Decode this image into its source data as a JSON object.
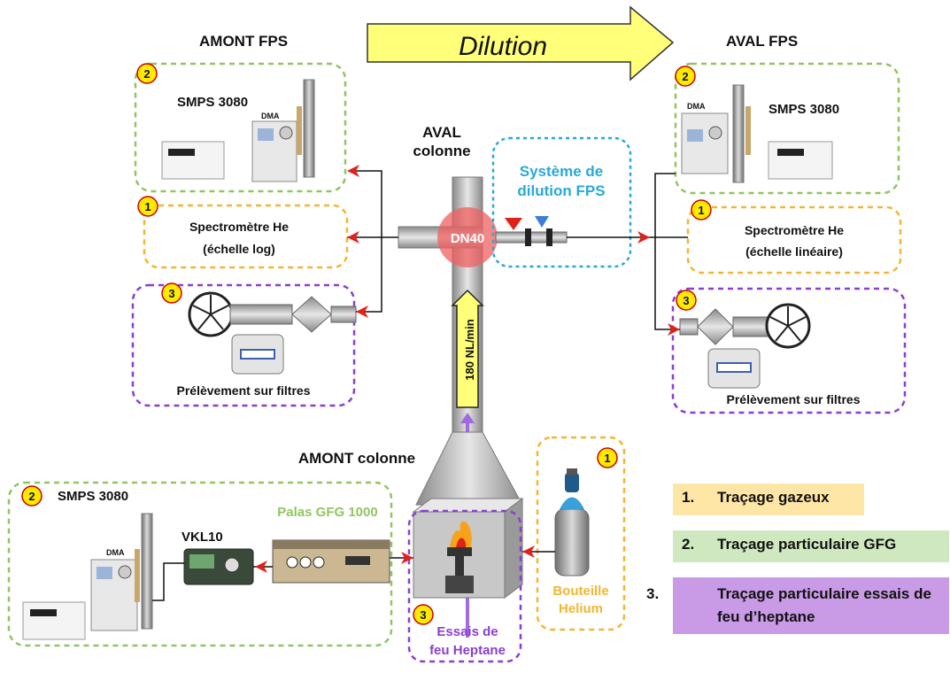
{
  "header": {
    "dilution": "Dilution",
    "amont_fps": "AMONT FPS",
    "aval_fps": "AVAL FPS",
    "aval_colonne_1": "AVAL",
    "aval_colonne_2": "colonne",
    "amont_colonne": "AMONT colonne"
  },
  "left_panel": {
    "smps_badge": "2",
    "smps_label": "SMPS 3080",
    "spectro_badge": "1",
    "spectro_line1": "Spectromètre He",
    "spectro_line2": "(échelle log)",
    "filtres_badge": "3",
    "filtres_label": "Prélèvement sur filtres"
  },
  "right_panel": {
    "smps_badge": "2",
    "smps_label": "SMPS 3080",
    "spectro_badge": "1",
    "spectro_line1": "Spectromètre He",
    "spectro_line2": "(échelle linéaire)",
    "filtres_badge": "3",
    "filtres_label": "Prélèvement sur filtres"
  },
  "center": {
    "dilution_system_line1": "Système de",
    "dilution_system_line2": "dilution FPS",
    "dn40": "DN40",
    "flow": "180 NL/min",
    "dma_left": "DMA",
    "dma_right": "DMA"
  },
  "bottom": {
    "smps_badge": "2",
    "smps_label": "SMPS 3080",
    "dma": "DMA",
    "vkl": "VKL10",
    "palas": "Palas GFG 1000",
    "essais_badge": "3",
    "essais_line1": "Essais de",
    "essais_line2": "feu Heptane",
    "bouteille_badge": "1",
    "bouteille_line1": "Bouteille",
    "bouteille_line2": "Helium"
  },
  "legend": [
    {
      "num": "1.",
      "label": "Traçage gazeux"
    },
    {
      "num": "2.",
      "label": "Traçage particulaire GFG"
    },
    {
      "num": "3.",
      "label": "Traçage particulaire essais de feu d’heptane"
    }
  ],
  "colors": {
    "gas": "#f2b632",
    "gfg": "#92c463",
    "heptane": "#8a3fd1",
    "dilution_box": "#2aa8d8",
    "arrow_fill": "#ffff7a",
    "red_arrow": "#e0201a",
    "badge": "#ffea00"
  }
}
